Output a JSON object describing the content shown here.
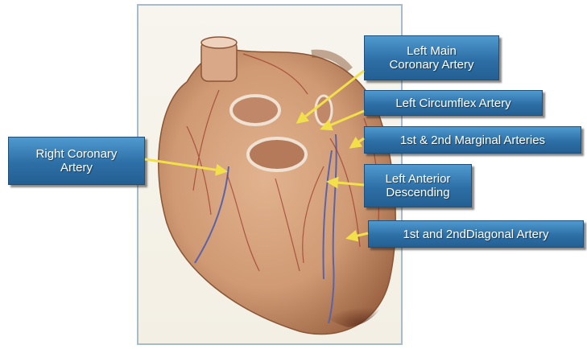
{
  "labels": {
    "left_main": {
      "line1": "Left Main",
      "line2": "Coronary Artery"
    },
    "left_circumflex": "Left Circumflex Artery",
    "marginal": "1st & 2nd Marginal Arteries",
    "lad": {
      "line1": "Left Anterior",
      "line2": "Descending"
    },
    "diagonal": "1st  and 2ndDiagonal Artery",
    "right_coronary": {
      "line1": "Right Coronary",
      "line2": "Artery"
    }
  },
  "colors": {
    "callout": "#2d6fa6",
    "arrow": "#f2e04a",
    "frame_border": "#a6bccd",
    "heart": "#cf9a74",
    "vessel": "#5a63a8"
  }
}
